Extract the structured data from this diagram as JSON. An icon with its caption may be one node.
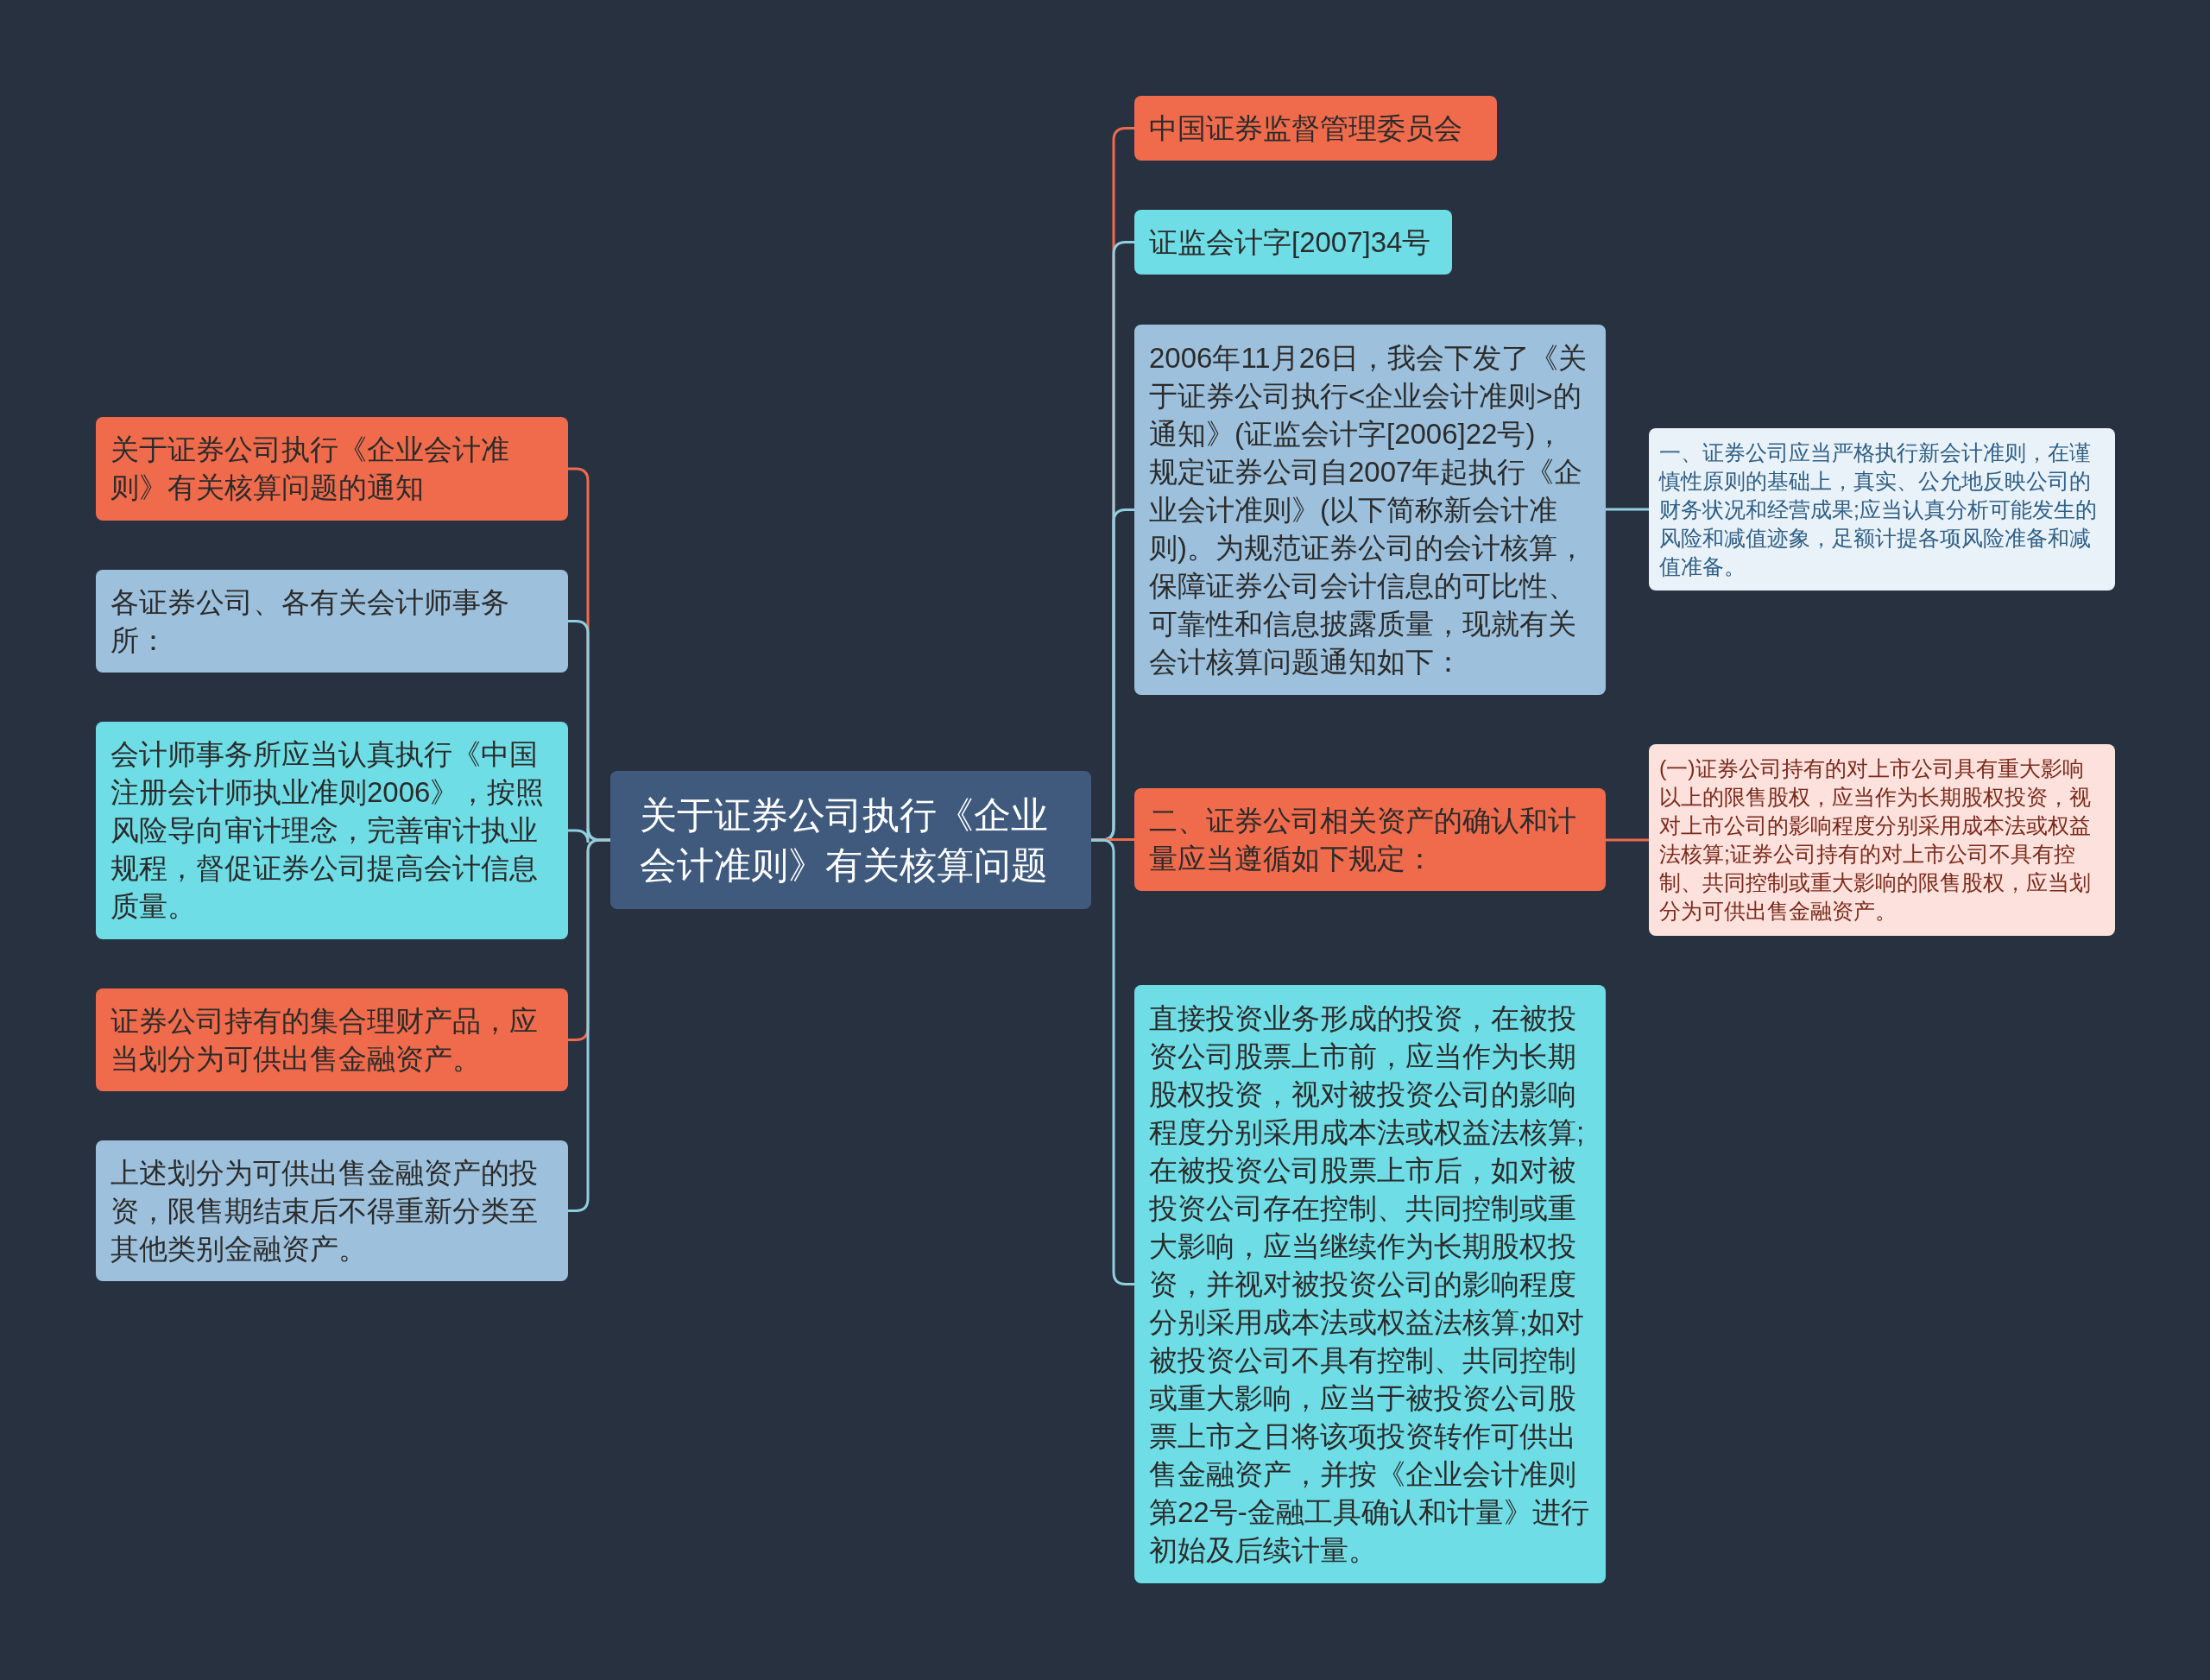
{
  "diagram": {
    "nodes": [
      {
        "text": [
          "关于证券公司执行《企业会计准则》有关核算问题"
        ]
      },
      {
        "text": [
          "关于证券公司执行《企业会计准则》有关核算问题的通知"
        ]
      },
      {
        "text": [
          "各证券公司、各有关会计师事务所："
        ]
      },
      {
        "text": [
          "会计师事务所应当认真执行《中国注册会计师执业准则2006》，按照风险导向审计理念，完善审计执业规程，督促证券公司提高会计信息质量。"
        ]
      },
      {
        "text": [
          "证券公司持有的集合理财产品，应当划分为可供出售金融资产。"
        ]
      },
      {
        "text": [
          "上述划分为可供出售金融资产的投资，限售期结束后不得重新分类至其他类别金融资产。"
        ]
      },
      {
        "text": [
          "中国证券监督管理委员会"
        ]
      },
      {
        "text": [
          "证监会计字[2007]34号"
        ]
      },
      {
        "text": [
          "2006年11月26日，我会下发了《关于证券公司执行<企业会计准则>的通知》(证监会计字[2006]22号)，规定证券公司自2007年起执行《企业会计准则》(以下简称新会计准则)。为规范证券公司的会计核算，保障证券公司会计信息的可比性、可靠性和信息披露质量，现就有关会计核算问题通知如下："
        ]
      },
      {
        "text": [
          "一、证券公司应当严格执行新会计准则，在谨慎性原则的基础上，真实、公允地反映公司的财务状况和经营成果;应当认真分析可能发生的风险和减值迹象，足额计提各项风险准备和减值准备。"
        ]
      },
      {
        "text": [
          "二、证券公司相关资产的确认和计量应当遵循如下规定："
        ]
      },
      {
        "text": [
          "(一)证券公司持有的对上市公司具有重大影响以上的限售股权，应当作为长期股权投资，视对上市公司的影响程度分别采用成本法或权益法核算;证券公司持有的对上市公司不具有控制、共同控制或重大影响的限售股权，应当划分为可供出售金融资产。"
        ]
      },
      {
        "text": [
          "直接投资业务形成的投资，在被投资公司股票上市前，应当作为长期股权投资，视对被投资公司的影响程度分别采用成本法或权益法核算;在被投资公司股票上市后，如对被投资公司存在控制、共同控制或重大影响，应当继续作为长期股权投资，并视对被投资公司的影响程度分别采用成本法或权益法核算;如对被投资公司不具有控制、共同控制或重大影响，应当于被投资公司股票上市之日将该项投资转作可供出售金融资产，并按《企业会计准则第22号-金融工具确认和计量》进行初始及后续计量。"
        ]
      }
    ],
    "edges": [
      {
        "from": 0,
        "to": 1,
        "arrow": "none",
        "color": "#ef6b4c"
      },
      {
        "from": 0,
        "to": 2,
        "arrow": "none"
      },
      {
        "from": 0,
        "to": 3,
        "arrow": "none"
      },
      {
        "from": 0,
        "to": 4,
        "arrow": "none",
        "color": "#ef6b4c"
      },
      {
        "from": 0,
        "to": 5,
        "arrow": "none"
      },
      {
        "from": 0,
        "to": 6,
        "arrow": "none",
        "color": "#ef6b4c"
      },
      {
        "from": 0,
        "to": 7,
        "arrow": "none"
      },
      {
        "from": 0,
        "to": 8,
        "arrow": "none"
      },
      {
        "from": 8,
        "to": 9,
        "arrow": "none"
      },
      {
        "from": 0,
        "to": 10,
        "arrow": "none",
        "color": "#ef6b4c"
      },
      {
        "from": 10,
        "to": 11,
        "arrow": "none",
        "color": "#ef6b4c"
      },
      {
        "from": 0,
        "to": 12,
        "arrow": "none"
      }
    ]
  }
}
